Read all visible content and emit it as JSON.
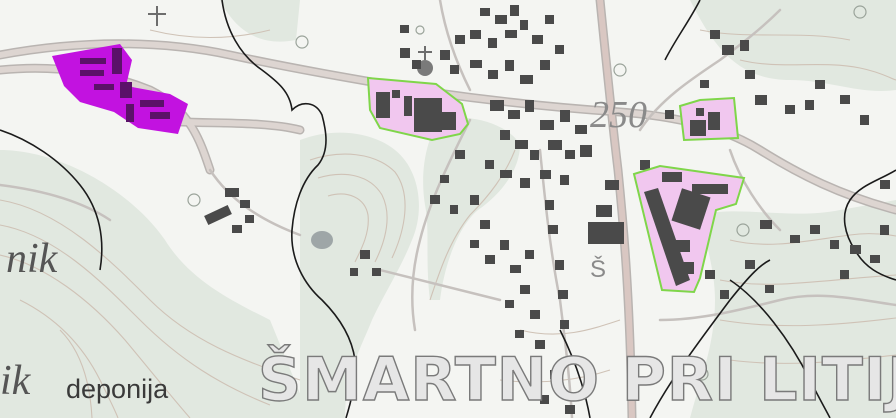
{
  "labels": {
    "settlement": "ŠMARTNO PRI LITIJI",
    "landfill": "deponija",
    "place_partial_1": "nik",
    "place_partial_2": "ik",
    "contour_elevation": "250",
    "river_symbol": "Š"
  },
  "legend_colors": {
    "background": "#f4f5f2",
    "forest": "#e1e8e0",
    "building": "#4a4a4a",
    "road_casing": "#b9b4b1",
    "road_fill": "#ddd5d1",
    "main_road": "#d9c7c2",
    "contour": "#cfc2b6",
    "boundary": "#1b1b1b",
    "landfill_zone": "#c212e0",
    "industrial_zone_fill": "#f1c7ef",
    "industrial_zone_outline": "#7fd64a",
    "pond": "#9ea6a7"
  }
}
